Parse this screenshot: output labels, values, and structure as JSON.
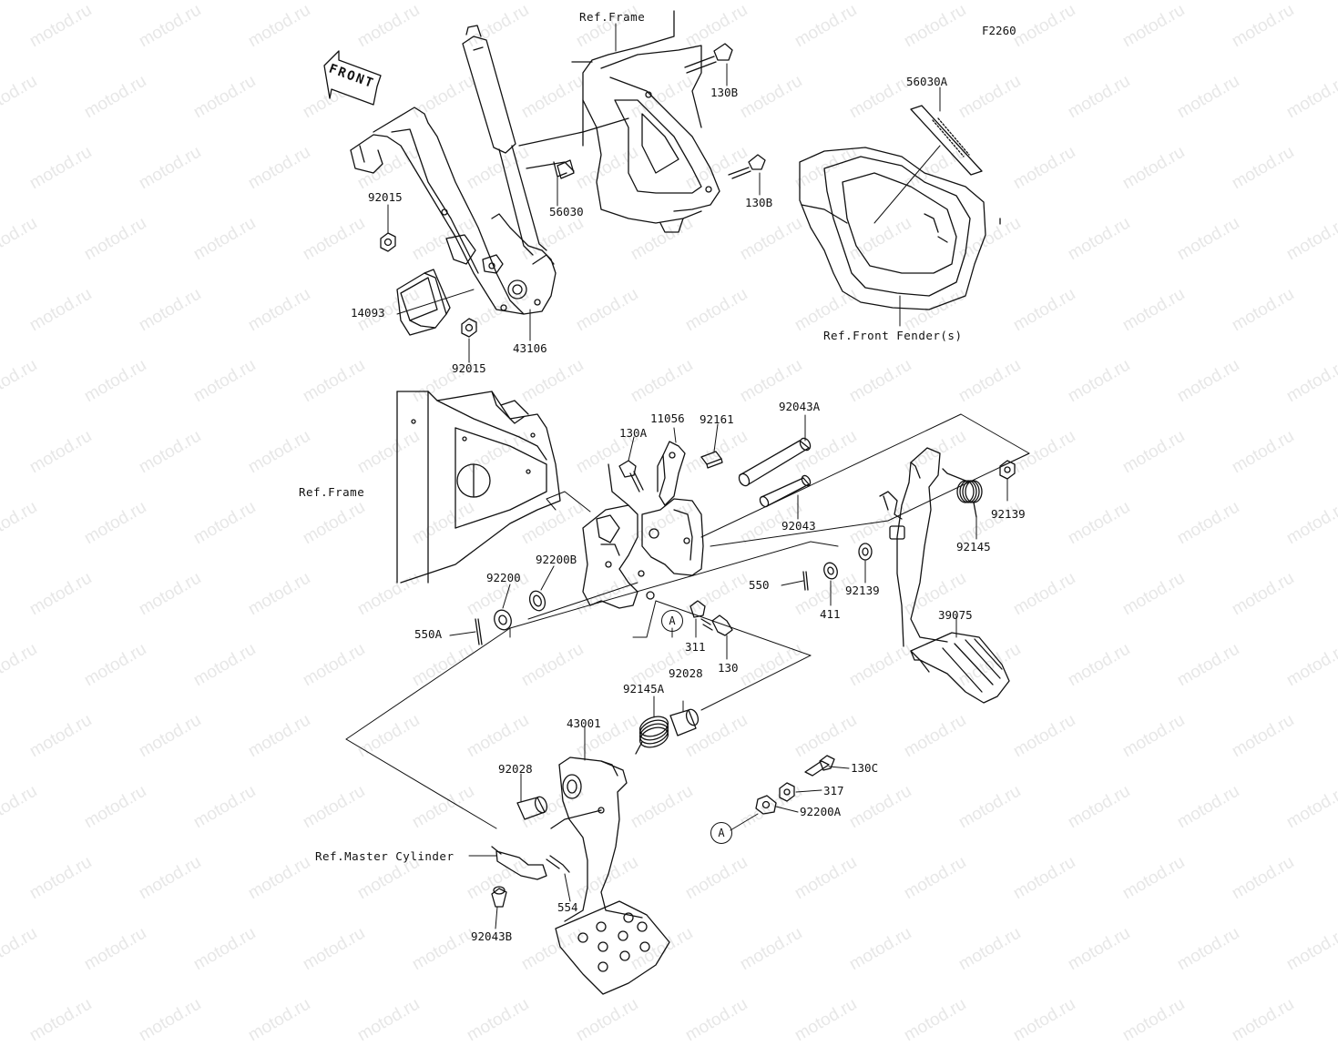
{
  "diagram": {
    "code": "F2260",
    "front_arrow": "FRONT",
    "watermark": "motod.ru",
    "refs": {
      "frame_top": "Ref.Frame",
      "frame_mid": "Ref.Frame",
      "front_fender": "Ref.Front Fender(s)",
      "master_cylinder": "Ref.Master Cylinder"
    },
    "callout": "A",
    "parts": [
      "130B",
      "130B",
      "56030A",
      "56030",
      "92015",
      "14093",
      "43106",
      "92015",
      "130A",
      "11056",
      "92161",
      "92043A",
      "92139",
      "92043",
      "92145",
      "92200B",
      "92200",
      "550",
      "92139",
      "411",
      "550A",
      "311",
      "130",
      "39075",
      "92145A",
      "92028",
      "43001",
      "130C",
      "92028",
      "317",
      "92200A",
      "554",
      "92043B"
    ]
  }
}
